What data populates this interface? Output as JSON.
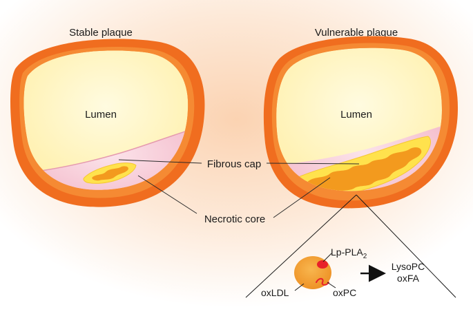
{
  "titles": {
    "stable": "Stable plaque",
    "vulnerable": "Vulnerable plaque"
  },
  "labels": {
    "lumen_left": "Lumen",
    "lumen_right": "Lumen",
    "fibrous_cap": "Fibrous cap",
    "necrotic_core": "Necrotic core"
  },
  "inset": {
    "enzyme": "Lp-PLA",
    "enzyme_subscript": "2",
    "substrate_particle": "oxLDL",
    "substrate_lipid": "oxPC",
    "product_1": "LysoPC",
    "product_2": "oxFA"
  },
  "colors": {
    "vessel_wall": "#f06d1f",
    "lumen": "#fff7c2",
    "plaque": "#f4b8c8",
    "core_rim": "#ffe55a",
    "core": "#f39a1e",
    "ldl_particle": "#f6a63c",
    "enzyme_mark": "#e8202a",
    "background_glow": "#fde6cf"
  }
}
